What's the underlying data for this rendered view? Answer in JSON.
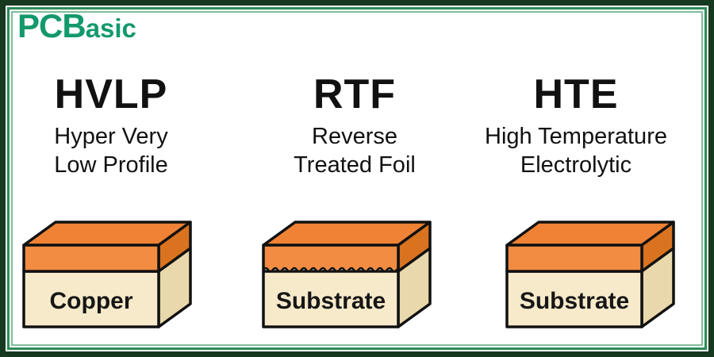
{
  "logo": {
    "text_main": "PCB",
    "text_suffix": "asic",
    "color": "#13996B"
  },
  "frame_colors": {
    "outer": "#17391F",
    "mid": "#2E8B57",
    "inner": "#7FBD9B"
  },
  "columns": [
    {
      "acronym": "HVLP",
      "subtitle_line1": "Hyper Very",
      "subtitle_line2": "Low Profile",
      "box_label": "Copper",
      "boundary": "straight"
    },
    {
      "acronym": "RTF",
      "subtitle_line1": "Reverse",
      "subtitle_line2": "Treated Foil",
      "box_label": "Substrate",
      "boundary": "wavy"
    },
    {
      "acronym": "HTE",
      "subtitle_line1": "High Temperature",
      "subtitle_line2": "Electrolytic",
      "box_label": "Substrate",
      "boundary": "straight"
    }
  ],
  "colors": {
    "box_top": "#EF8234",
    "box_front_copper": "#F28C42",
    "box_side_copper": "#D9731F",
    "box_front_substrate": "#F7EACA",
    "box_side_substrate": "#E9D8AC",
    "outline": "#111111",
    "text": "#111111",
    "background": "#FFFFFF"
  }
}
